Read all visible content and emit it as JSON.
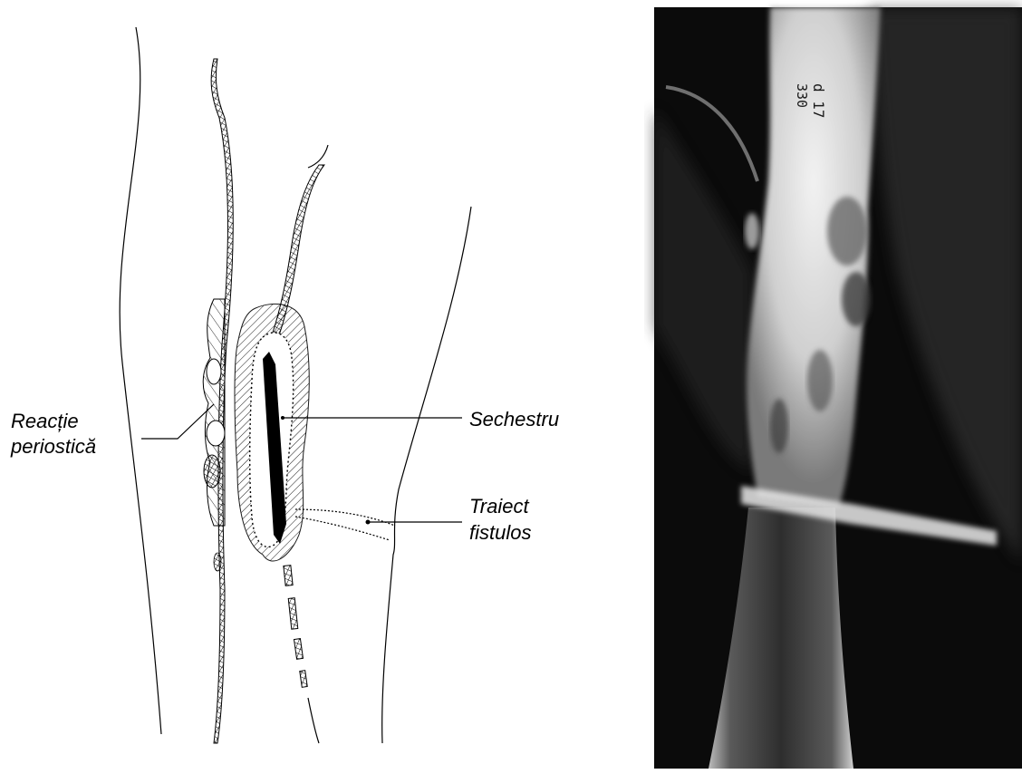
{
  "labels": {
    "periosteal_line1": "Reacție",
    "periosteal_line2": "periostică",
    "sequestrum": "Sechestru",
    "fistula_line1": "Traiect",
    "fistula_line2": "fistulos"
  },
  "xray": {
    "marking_top": "d 17",
    "marking_bottom": "330"
  },
  "colors": {
    "ink": "#000000",
    "background": "#ffffff",
    "xray_dark": "#0b0b0b",
    "xray_bone": "#e6e6e6"
  }
}
